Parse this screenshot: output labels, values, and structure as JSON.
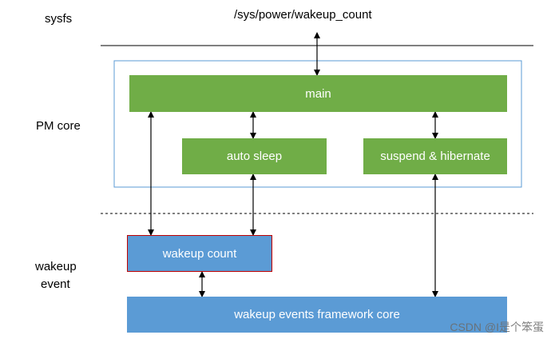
{
  "layers": {
    "sysfs": "sysfs",
    "pm_core": "PM core",
    "wakeup_event_line1": "wakeup",
    "wakeup_event_line2": "event"
  },
  "nodes": {
    "sysfs_path": "/sys/power/wakeup_count",
    "main": "main",
    "auto_sleep": "auto sleep",
    "suspend_hibernate": "suspend & hibernate",
    "wakeup_count": "wakeup count",
    "framework_core": "wakeup events framework core"
  },
  "watermark": "CSDN @I是个笨蛋",
  "colors": {
    "green": "#70ad47",
    "blue": "#5b9bd5",
    "wakeup_count_border": "#c00000",
    "pm_core_border": "#5b9bd5"
  }
}
